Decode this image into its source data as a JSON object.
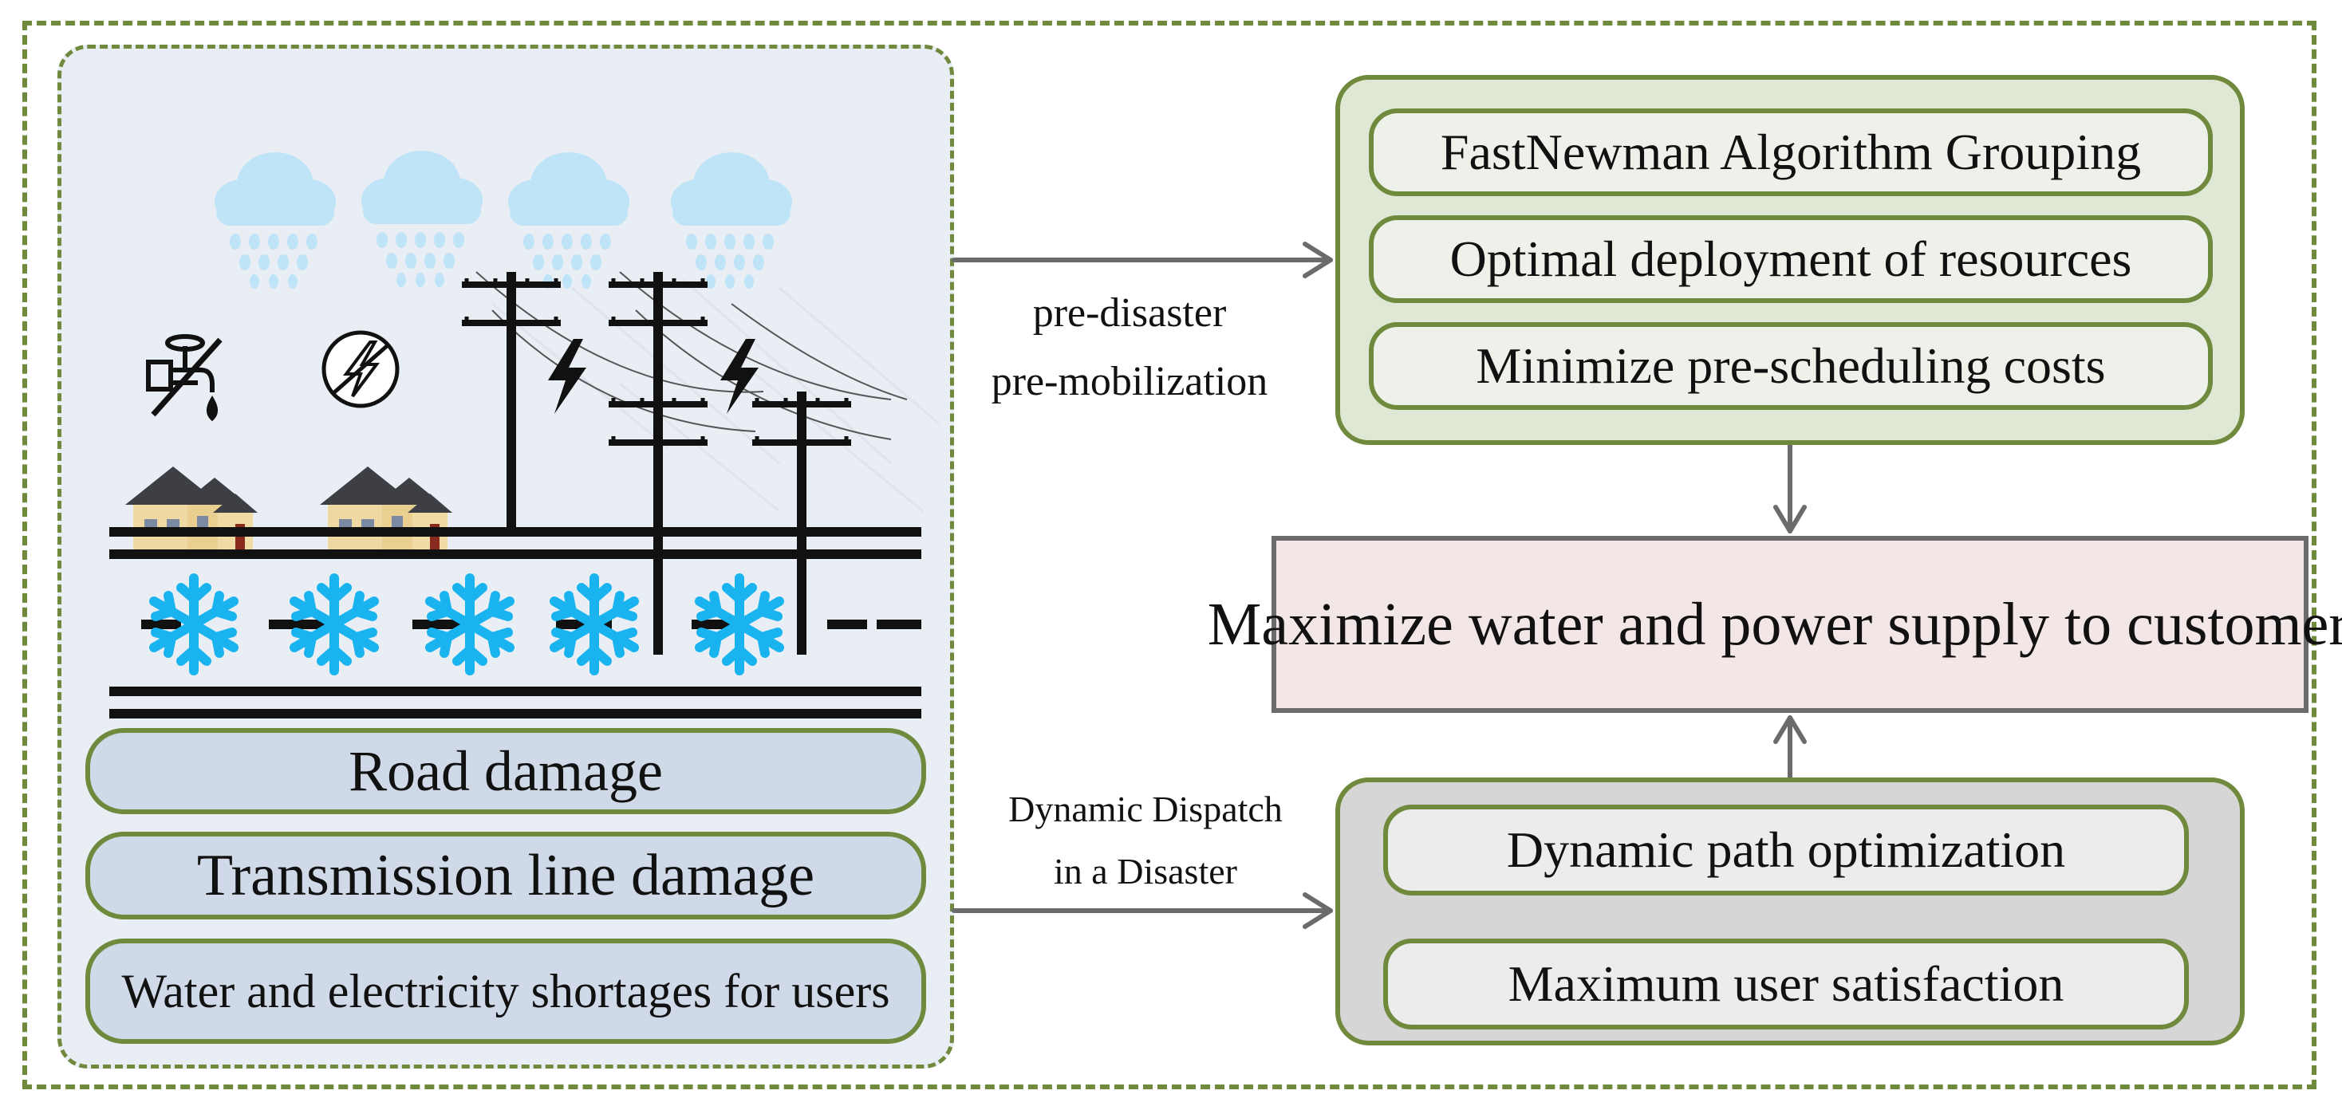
{
  "scene": {
    "icons": [
      "rain-cloud-icon",
      "house-icon",
      "utility-pole-icon",
      "lightning-icon",
      "snowflake-icon",
      "no-water-icon",
      "no-power-icon"
    ],
    "damages": [
      "Road damage",
      "Transmission line damage",
      "Water and electricity shortages  for users"
    ]
  },
  "pre_disaster": {
    "label_line1": "pre-disaster",
    "label_line2": "pre-mobilization",
    "items": [
      "FastNewman Algorithm Grouping",
      "Optimal deployment of  resources",
      "Minimize pre-scheduling costs"
    ]
  },
  "goal": "Maximize water and power supply to customers",
  "in_disaster": {
    "label_line1": "Dynamic Dispatch",
    "label_line2": "in a Disaster",
    "items": [
      "Dynamic path optimization",
      "Maximum user satisfaction"
    ]
  },
  "colors": {
    "frame_green": "#6f8a3c",
    "panel_blue": "#e9edf4",
    "pill_blue": "#d0d9e8",
    "pre_box": "#dfe8d4",
    "post_box": "#d6d6d6",
    "goal_box": "#f3e6e6",
    "snow": "#19b4ef",
    "cloud": "#bfe4f8",
    "arrow": "#6b6b6b"
  }
}
